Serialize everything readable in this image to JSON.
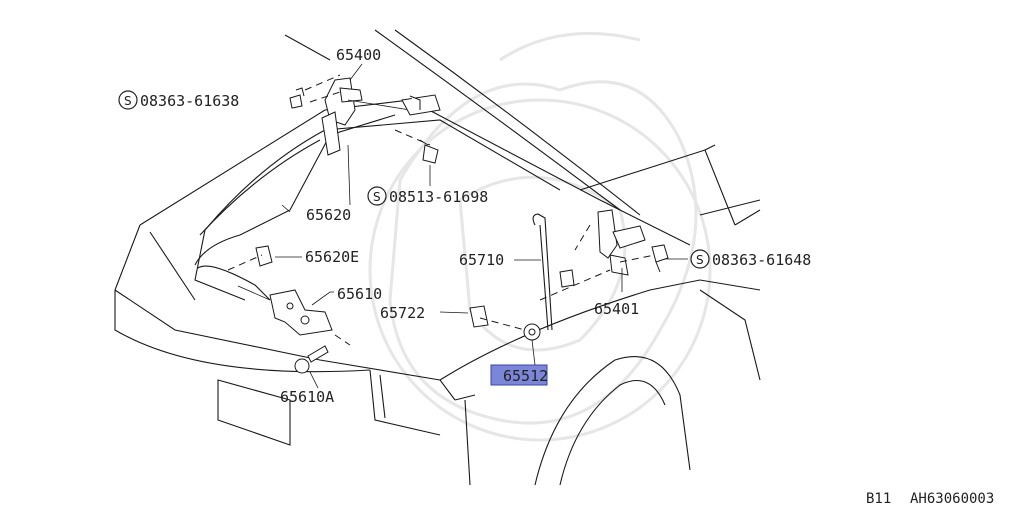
{
  "labels": {
    "p65400": "65400",
    "p08363_61638": "08363-61638",
    "p08513_61698": "08513-61698",
    "p65620": "65620",
    "p65620E": "65620E",
    "p65610": "65610",
    "p65722": "65722",
    "p65610A": "65610A",
    "p65710": "65710",
    "p08363_61648": "08363-61648",
    "p65401": "65401",
    "p65512": "65512"
  },
  "screw_symbol": "S",
  "footer": {
    "model": "B11",
    "code": "AH63060003"
  },
  "highlight_color": "#7b86d9"
}
